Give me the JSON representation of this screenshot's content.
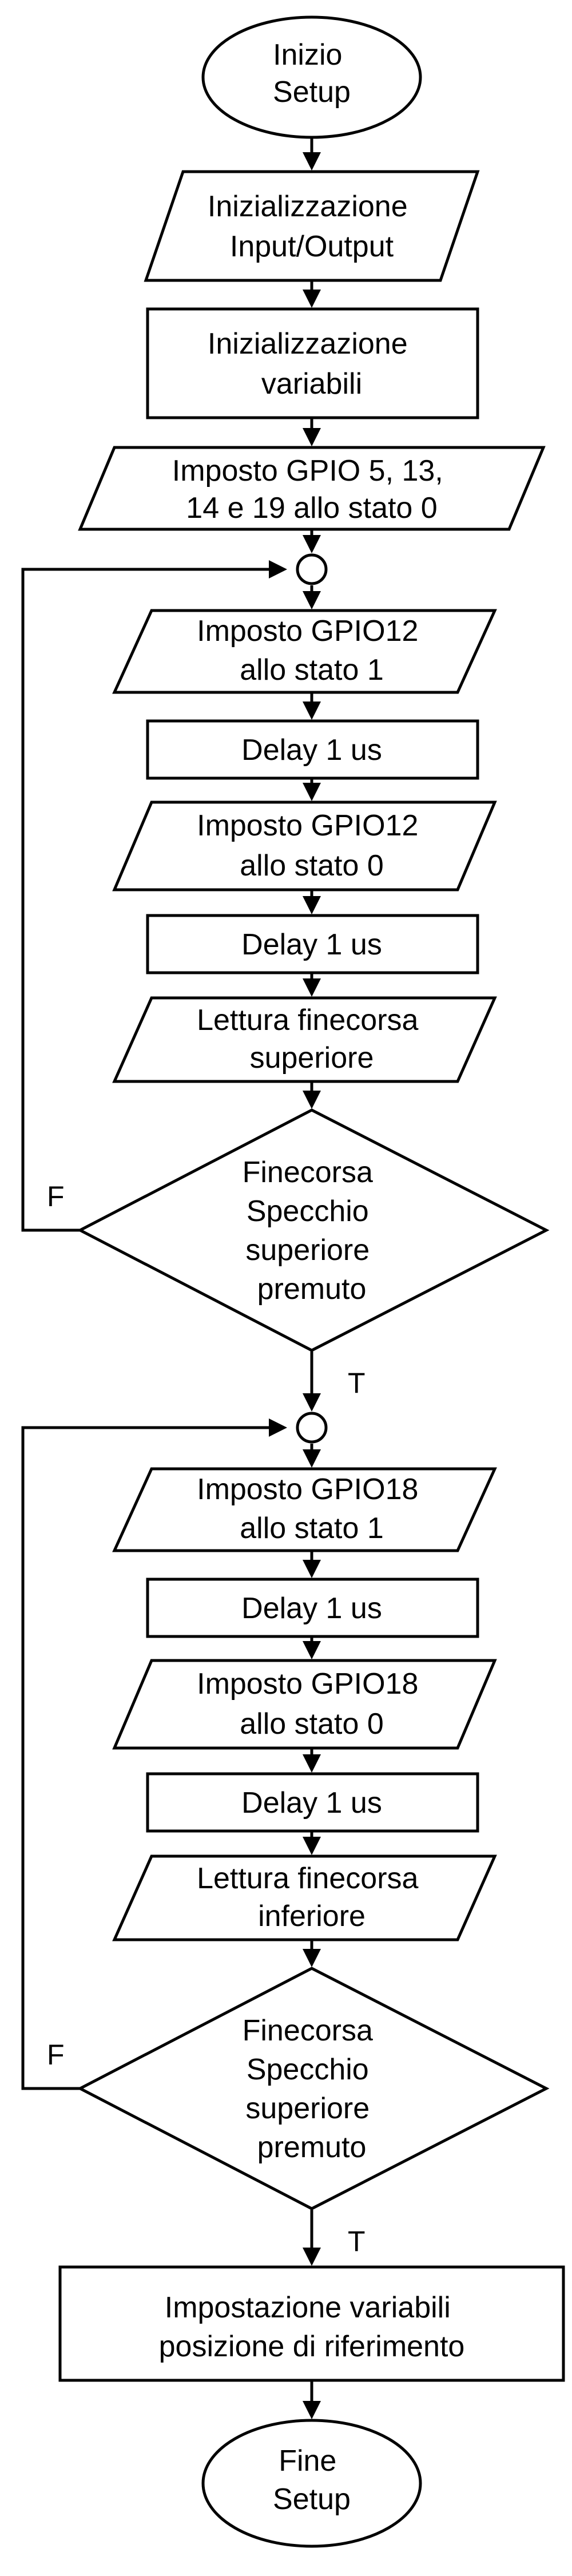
{
  "nodes": {
    "start": [
      "Inizio",
      "Setup"
    ],
    "init_io": [
      "Inizializzazione",
      "Input/Output"
    ],
    "init_vars": [
      "Inizializzazione",
      "variabili"
    ],
    "set_gpio": [
      "Imposto GPIO 5, 13,",
      "14 e 19 allo stato 0"
    ],
    "gpio12_on": [
      "Imposto GPIO12",
      "allo stato 1"
    ],
    "delay_1": [
      "Delay 1 us"
    ],
    "gpio12_off": [
      "Imposto GPIO12",
      "allo stato 0"
    ],
    "delay_2": [
      "Delay 1 us"
    ],
    "read_upper": [
      "Lettura finecorsa",
      "superiore"
    ],
    "decision_upper": [
      "Finecorsa",
      "Specchio",
      "superiore",
      "premuto"
    ],
    "gpio18_on": [
      "Imposto GPIO18",
      "allo stato 1"
    ],
    "delay_3": [
      "Delay 1 us"
    ],
    "gpio18_off": [
      "Imposto GPIO18",
      "allo stato 0"
    ],
    "delay_4": [
      "Delay 1 us"
    ],
    "read_lower": [
      "Lettura finecorsa",
      "inferiore"
    ],
    "decision_lower": [
      "Finecorsa",
      "Specchio",
      "superiore",
      "premuto"
    ],
    "set_ref": [
      "Impostazione variabili",
      "posizione di riferimento"
    ],
    "end": [
      "Fine",
      "Setup"
    ]
  },
  "edge_labels": {
    "upper_false": "F",
    "upper_true": "T",
    "lower_false": "F",
    "lower_true": "T"
  }
}
